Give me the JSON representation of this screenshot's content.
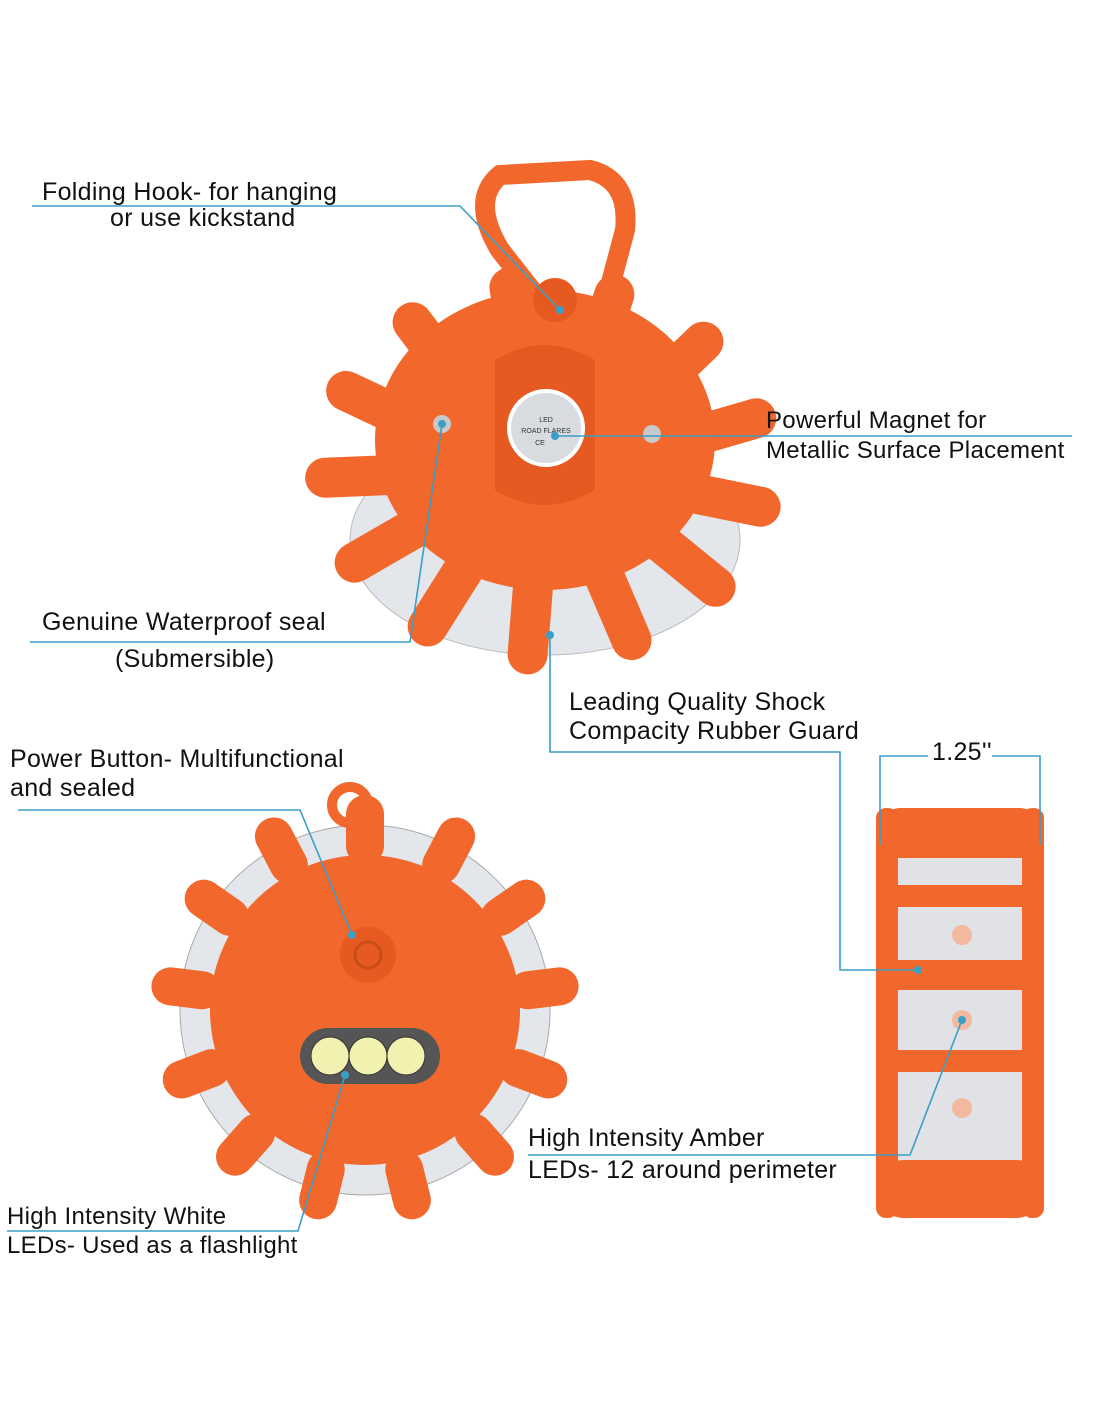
{
  "callouts": {
    "folding_hook": {
      "line1": "Folding Hook- for hanging",
      "line2": "or use kickstand"
    },
    "magnet": {
      "line1": "Powerful Magnet for",
      "line2": "Metallic Surface Placement"
    },
    "waterproof": {
      "line1": "Genuine Waterproof seal",
      "line2": "(Submersible)"
    },
    "rubber_guard": {
      "line1": "Leading Quality Shock",
      "line2": "Compacity Rubber Guard"
    },
    "power_button": {
      "line1": "Power Button- Multifunctional",
      "line2": "and sealed"
    },
    "white_leds": {
      "line1": "High Intensity White",
      "line2": "LEDs- Used as a flashlight"
    },
    "amber_leds": {
      "line1": "High Intensity Amber",
      "line2": "LEDs- 12 around perimeter"
    },
    "thickness": "1.25''"
  },
  "magnet_badge": {
    "line1": "LED",
    "line2": "ROAD FLARES",
    "line3": "CE"
  },
  "colors": {
    "orange": "#f2672c",
    "orange_dark": "#d9521c",
    "leader": "#3a9fc6",
    "lens": "#e9ecef"
  }
}
